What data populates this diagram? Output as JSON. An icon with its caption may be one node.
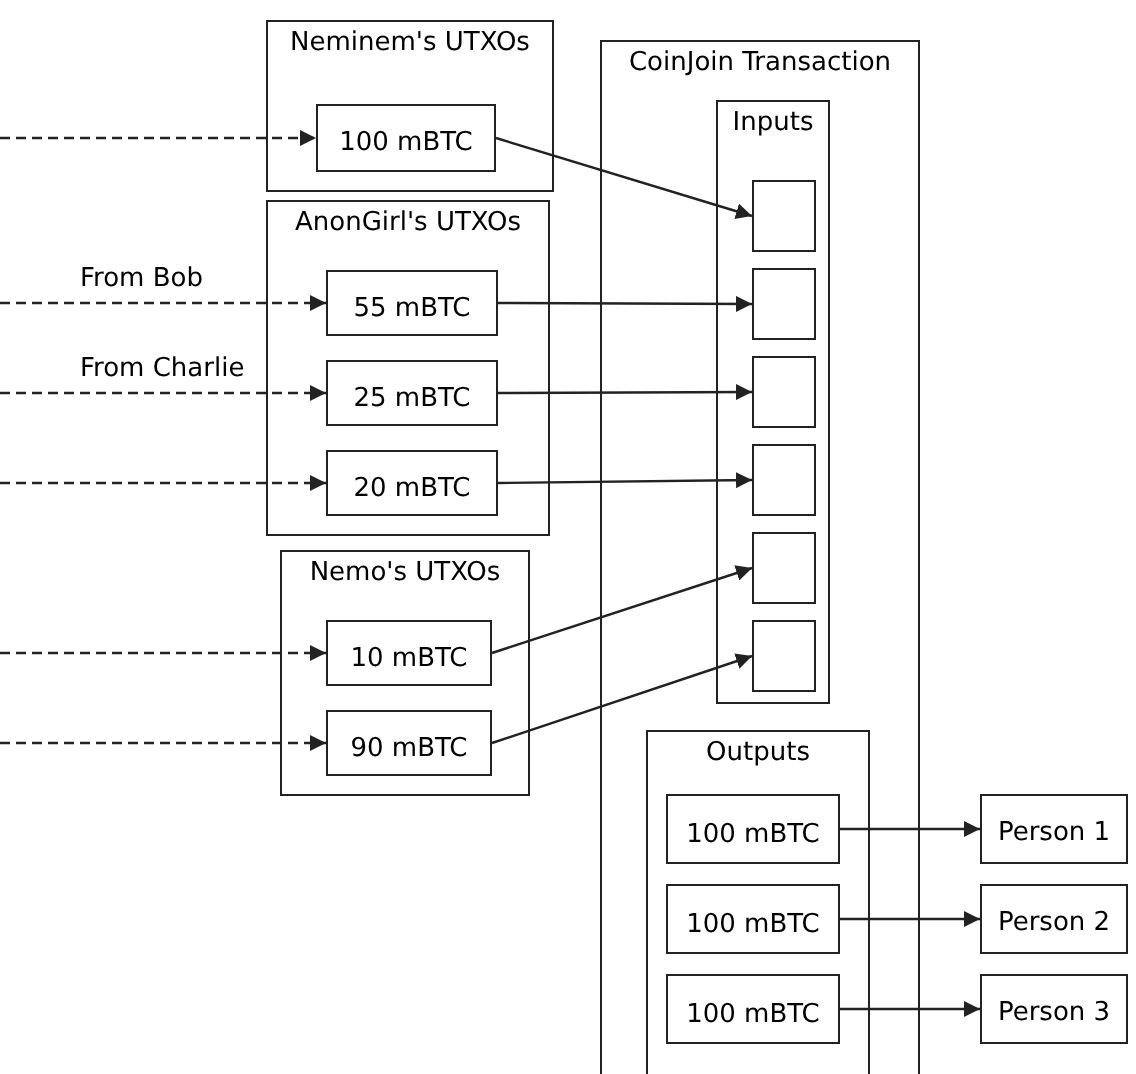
{
  "diagram": {
    "nodes": [
      {
        "text": [
          "Neminem's UTXOs"
        ]
      },
      {
        "text": [
          "100 mBTC"
        ],
        "in": 0
      },
      {
        "text": [
          "AnonGirl's UTXOs"
        ]
      },
      {
        "text": [
          "55 mBTC"
        ],
        "in": 2
      },
      {
        "text": [
          "25 mBTC"
        ],
        "in": 2
      },
      {
        "text": [
          "20 mBTC"
        ],
        "in": 2
      },
      {
        "text": [
          "Nemo's UTXOs"
        ]
      },
      {
        "text": [
          "10 mBTC"
        ],
        "in": 6
      },
      {
        "text": [
          "90 mBTC"
        ],
        "in": 6
      },
      {
        "text": [
          "CoinJoin Transaction"
        ]
      },
      {
        "text": [
          "Inputs"
        ],
        "in": 9
      },
      {
        "text": [],
        "shape": "box",
        "in": 10
      },
      {
        "text": [],
        "shape": "box",
        "in": 10
      },
      {
        "text": [],
        "shape": "box",
        "in": 10
      },
      {
        "text": [],
        "shape": "box",
        "in": 10
      },
      {
        "text": [],
        "shape": "box",
        "in": 10
      },
      {
        "text": [],
        "shape": "box",
        "in": 10
      },
      {
        "text": [
          "Outputs"
        ],
        "in": 9
      },
      {
        "text": [
          "100 mBTC"
        ],
        "in": 17
      },
      {
        "text": [
          "100 mBTC"
        ],
        "in": 17
      },
      {
        "text": [
          "100 mBTC"
        ],
        "in": 17
      },
      {
        "text": [
          "Person 1"
        ]
      },
      {
        "text": [
          "Person 2"
        ]
      },
      {
        "text": [
          "Person 3"
        ]
      }
    ],
    "edges": [
      {
        "from": null,
        "to": 1,
        "arrow": "to",
        "style": "dashed"
      },
      {
        "from": null,
        "to": 3,
        "arrow": "to",
        "style": "dashed",
        "label": "From Bob"
      },
      {
        "from": null,
        "to": 4,
        "arrow": "to",
        "style": "dashed",
        "label": "From Charlie"
      },
      {
        "from": null,
        "to": 5,
        "arrow": "to",
        "style": "dashed"
      },
      {
        "from": null,
        "to": 7,
        "arrow": "to",
        "style": "dashed"
      },
      {
        "from": null,
        "to": 8,
        "arrow": "to",
        "style": "dashed"
      },
      {
        "from": 1,
        "to": 11,
        "arrow": "to"
      },
      {
        "from": 3,
        "to": 12,
        "arrow": "to"
      },
      {
        "from": 4,
        "to": 13,
        "arrow": "to"
      },
      {
        "from": 5,
        "to": 14,
        "arrow": "to"
      },
      {
        "from": 7,
        "to": 15,
        "arrow": "to"
      },
      {
        "from": 8,
        "to": 16,
        "arrow": "to"
      },
      {
        "from": 18,
        "to": 21,
        "arrow": "to"
      },
      {
        "from": 19,
        "to": 22,
        "arrow": "to"
      },
      {
        "from": 20,
        "to": 23,
        "arrow": "to"
      }
    ]
  }
}
